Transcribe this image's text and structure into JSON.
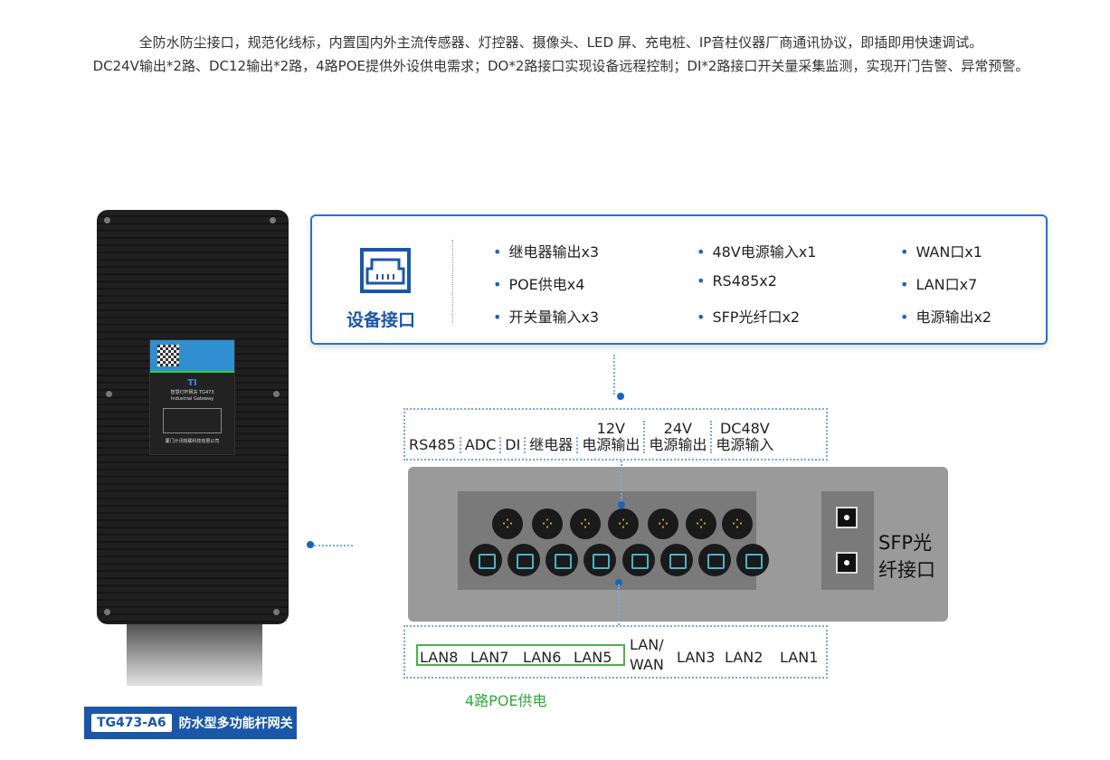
{
  "intro": {
    "line1": "全防水防尘接口，规范化线标，内置国内外主流传感器、灯控器、摄像头、LED 屏、充电桩、IP音柱仪器厂商通讯协议，即插即用快速调试。",
    "line2": "DC24V输出*2路、DC12输出*2路，4路POE提供外设供电需求；DO*2路接口实现设备远程控制；DI*2路接口开关量采集监测，实现开门告警、异常预警。"
  },
  "device_label": {
    "logo": "TI",
    "title": "智慧灯杆网关 TG473",
    "subtitle": "Industrial Gateway",
    "company": "厦门计讯物联科技有限公司"
  },
  "badge": {
    "code": "TG473-A6",
    "name": "防水型多功能杆网关"
  },
  "interfaces": {
    "title": "设备接口",
    "items": [
      "继电器输出x3",
      "48V电源输入x1",
      "WAN口x1",
      "POE供电x4",
      "RS485x2",
      "LAN口x7",
      "开关量输入x3",
      "SFP光纤口x2",
      "电源输出x2"
    ]
  },
  "top_labels": [
    [
      "RS485"
    ],
    [
      "ADC"
    ],
    [
      "DI"
    ],
    [
      "继电器"
    ],
    [
      "12V",
      "电源输出"
    ],
    [
      "24V",
      "电源输出"
    ],
    [
      "DC48V",
      "电源输入"
    ]
  ],
  "sfp_label": "SFP光纤接口",
  "bottom_labels": [
    "LAN8",
    "LAN7",
    "LAN6",
    "LAN5",
    "LAN/",
    "WAN",
    "LAN3",
    "LAN2",
    "LAN1"
  ],
  "poe_label": "4路POE供电"
}
